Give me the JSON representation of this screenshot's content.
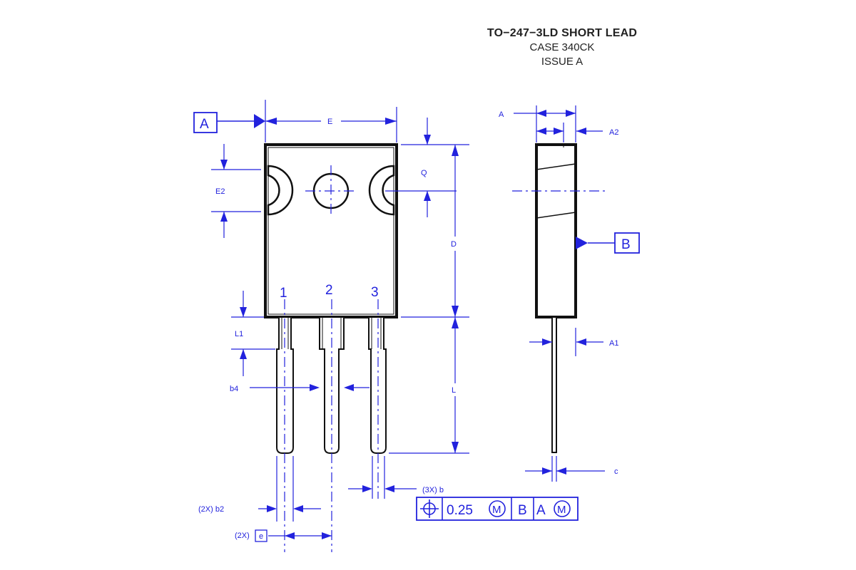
{
  "title": {
    "line1": "TO−247−3LD SHORT LEAD",
    "line2": "CASE 340CK",
    "line3": "ISSUE A"
  },
  "datums": {
    "a": "A",
    "b": "B"
  },
  "pins": [
    "1",
    "2",
    "3"
  ],
  "dimensions": {
    "e": "E",
    "e2": "E2",
    "q": "Q",
    "d": "D",
    "l1": "L1",
    "l": "L",
    "b4": "b4",
    "b2": "(2X) b2",
    "e_pitch_prefix": "(2X)",
    "e_pitch_box": "e",
    "a": "A",
    "a2": "A2",
    "a1": "A1",
    "c": "c",
    "b": "(3X) b"
  },
  "tolerance_frame": {
    "symbol": "position-icon",
    "value": "0.25",
    "modifier": "M",
    "datum1": "B",
    "datum2": "A",
    "datum2_modifier": "M"
  },
  "colors": {
    "dimension": "#2222dd",
    "outline": "#111111"
  }
}
